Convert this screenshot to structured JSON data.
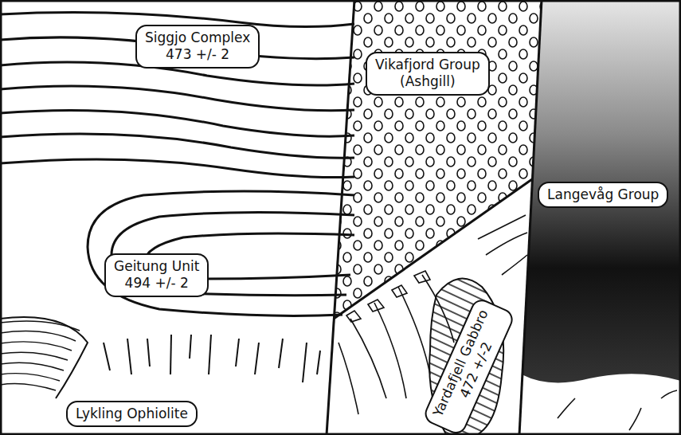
{
  "diagram": {
    "nodes": [
      {
        "text": [
          "Siggjo Complex",
          "473 +/- 2"
        ]
      },
      {
        "text": [
          "Vikafjord Group",
          "(Ashgill)"
        ]
      },
      {
        "text": [
          "Langevåg Group"
        ]
      },
      {
        "text": [
          "Geitung Unit",
          "494 +/- 2"
        ]
      },
      {
        "text": [
          "Yardafjell Gabbro",
          "472 +/-2"
        ]
      },
      {
        "text": [
          "Lykling Ophiolite"
        ]
      }
    ]
  }
}
